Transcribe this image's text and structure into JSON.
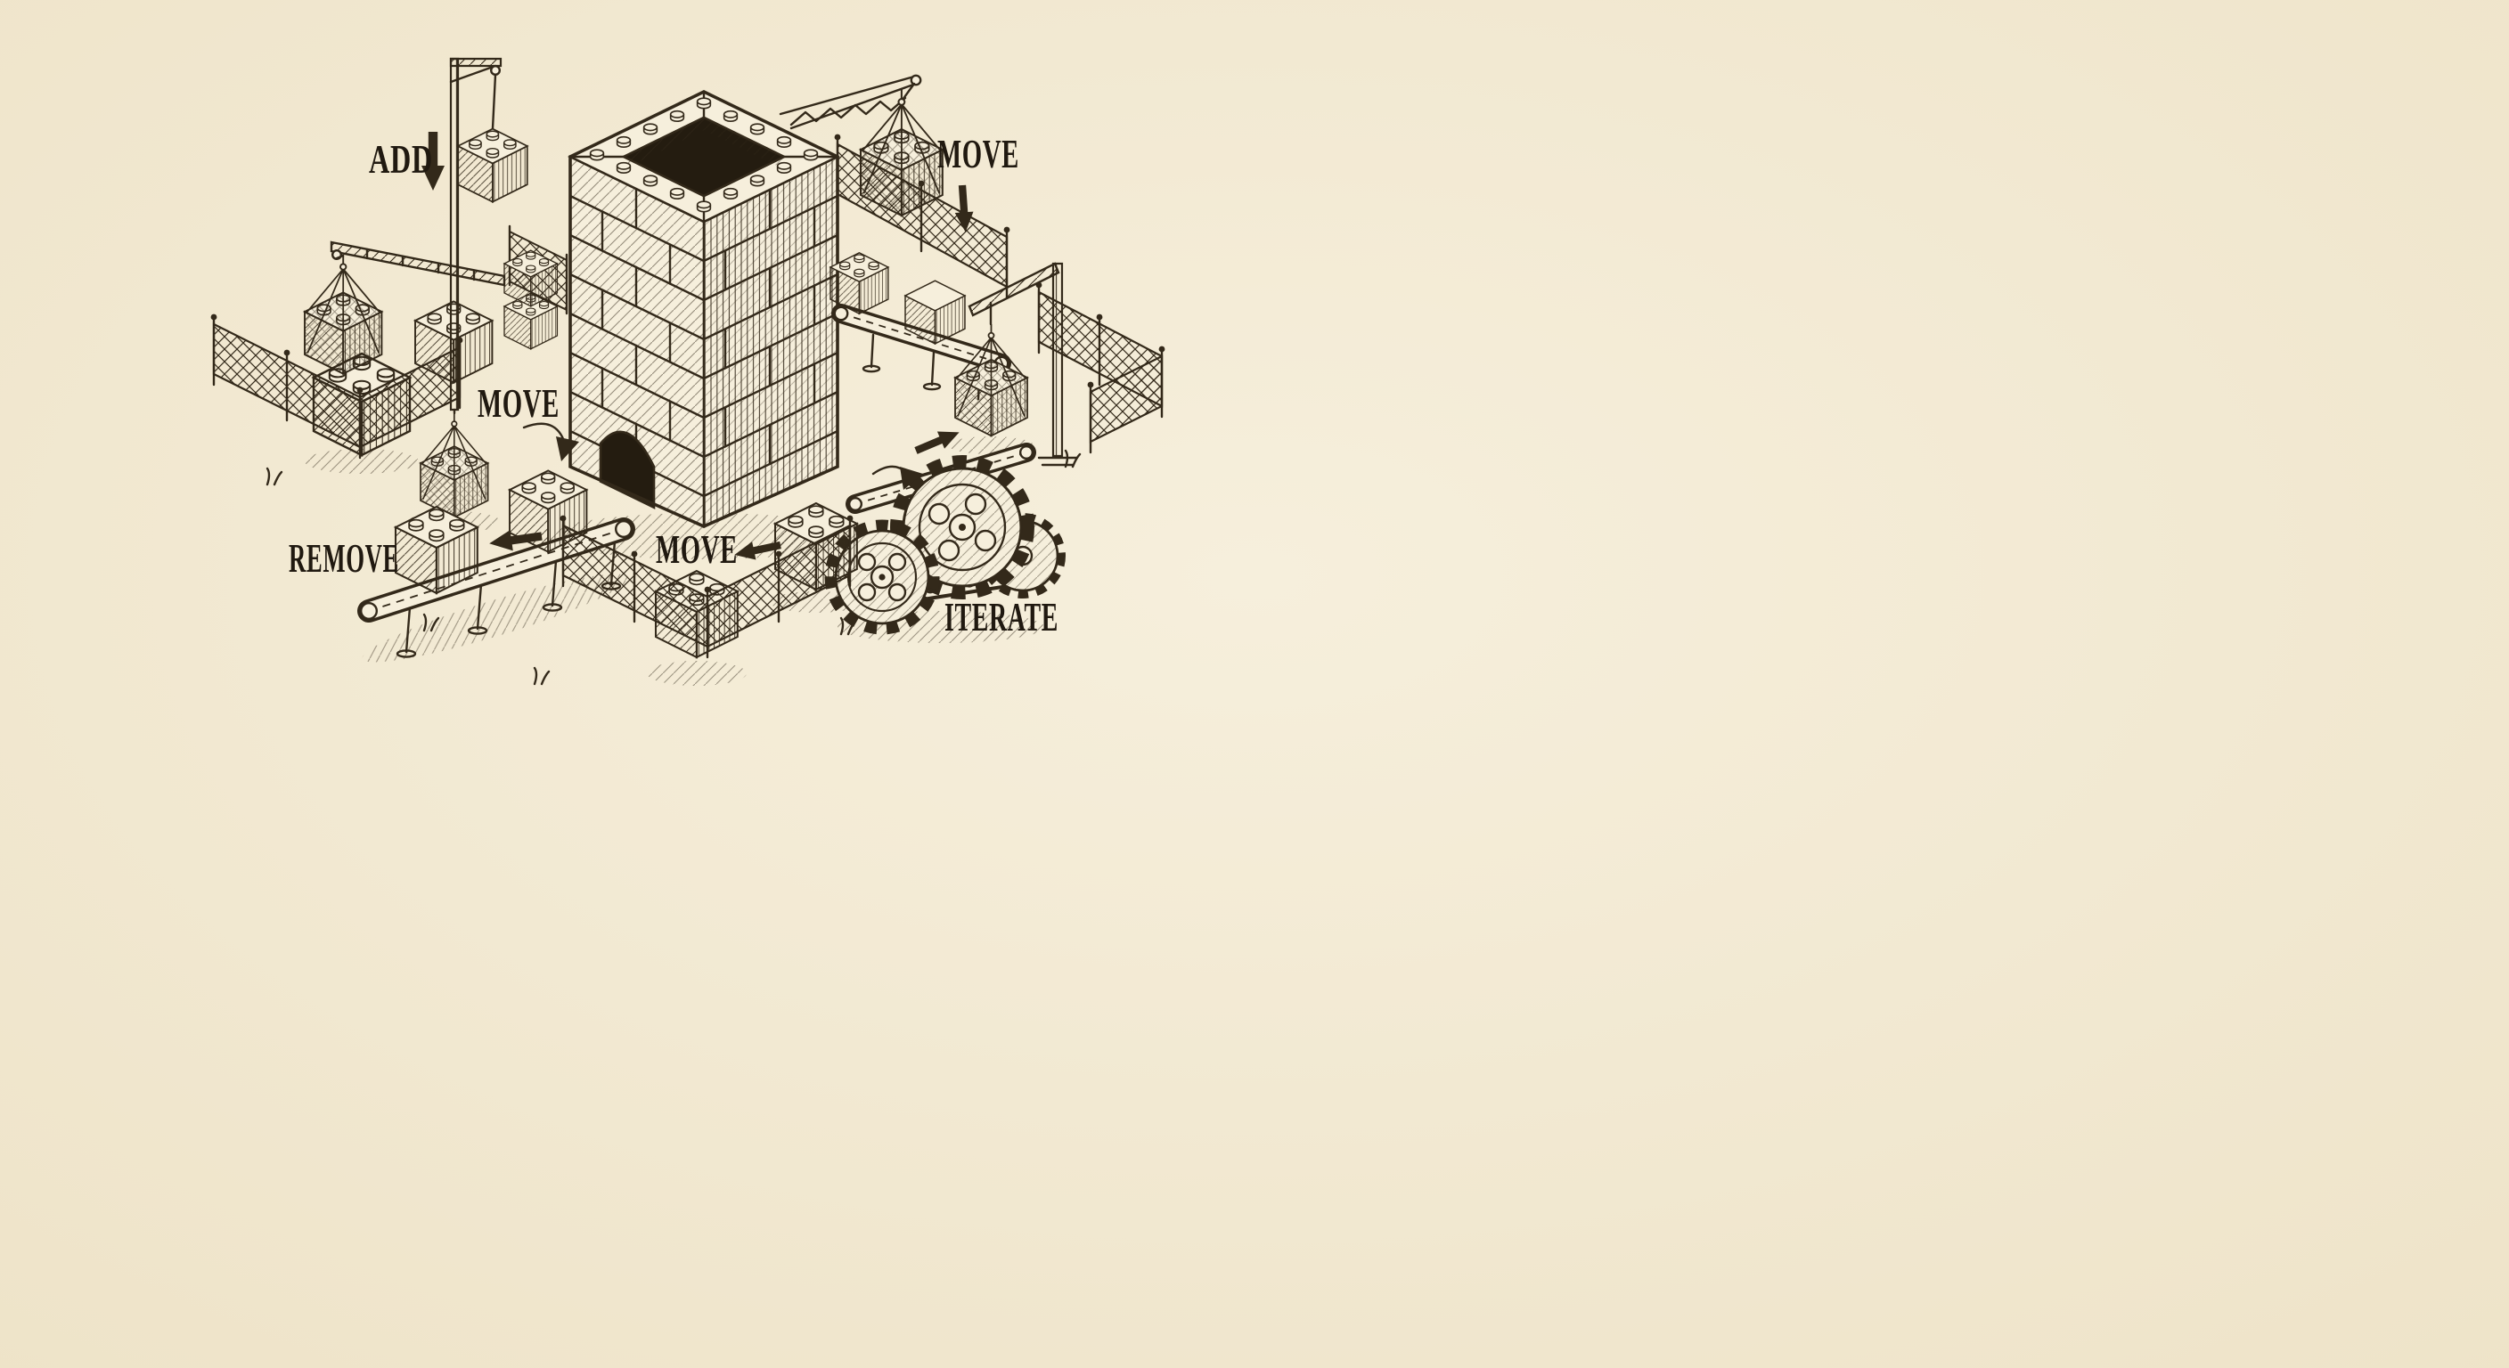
{
  "palette": {
    "paper": "#f6efdc",
    "paperEdge": "#eee3c8",
    "ink": "#33291a",
    "dark": "#241c10",
    "label": "#201910"
  },
  "labels": {
    "add": "ADD",
    "move_upper_right": "MOVE",
    "move_center": "MOVE",
    "remove": "REMOVE",
    "move_lower": "MOVE",
    "iterate": "ITERATE"
  }
}
